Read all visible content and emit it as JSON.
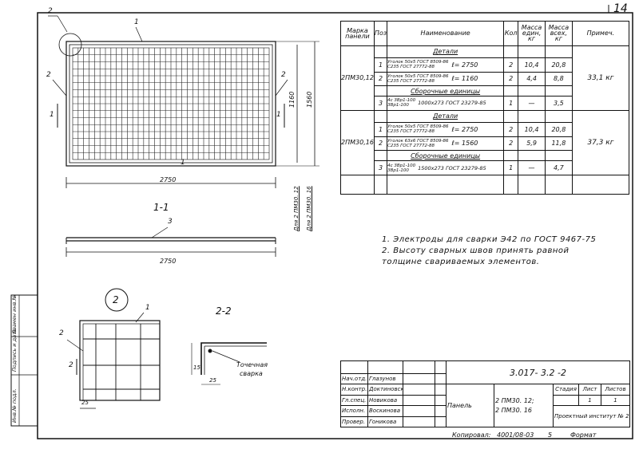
{
  "sheet": {
    "number": "14"
  },
  "spec_table": {
    "headers": {
      "mark": "Марка панели",
      "pos": "Поз",
      "name": "Наименование",
      "qty": "Кол",
      "mass_unit": "Масса един, кг",
      "mass_total": "Масса всех, кг",
      "note": "Примеч."
    },
    "groups": [
      {
        "mark": "2ПМ30,12",
        "total_note": "33,1 кг",
        "sections": [
          {
            "title": "Детали",
            "rows": [
              {
                "pos": "1",
                "name_top": "Уголок 50х5 ГОСТ 8509-86",
                "name_bottom": "С235 ГОСТ 27772-88",
                "length": "ℓ= 2750",
                "qty": "2",
                "mass_unit": "10,4",
                "mass_total": "20,8"
              },
              {
                "pos": "2",
                "name_top": "Уголок 50х5 ГОСТ 8509-86",
                "name_bottom": "С235 ГОСТ 27772-88",
                "length": "ℓ= 1160",
                "qty": "2",
                "mass_unit": "4,4",
                "mass_total": "8,8"
              }
            ]
          },
          {
            "title": "Сборочные единицы",
            "rows": [
              {
                "pos": "3",
                "name_top": "4с 3Вр1-100",
                "name_mid": "1000х273 ГОСТ 23279-85",
                "name_bottom": "3Вр1-100",
                "qty": "1",
                "mass_unit": "—",
                "mass_total": "3,5"
              }
            ]
          }
        ]
      },
      {
        "mark": "2ПМ30,16",
        "total_note": "37,3 кг",
        "sections": [
          {
            "title": "Детали",
            "rows": [
              {
                "pos": "1",
                "name_top": "Уголок 50х5 ГОСТ 8509-86",
                "name_bottom": "С235 ГОСТ 27772-88",
                "length": "ℓ= 2750",
                "qty": "2",
                "mass_unit": "10,4",
                "mass_total": "20,8"
              },
              {
                "pos": "2",
                "name_top": "Уголок 63х6 ГОСТ 8509-86",
                "name_bottom": "С235 ГОСТ 27772-88",
                "length": "ℓ= 1560",
                "qty": "2",
                "mass_unit": "5,9",
                "mass_total": "11,8"
              }
            ]
          },
          {
            "title": "Сборочные единицы",
            "rows": [
              {
                "pos": "3",
                "name_top": "4с 3Вр1-100",
                "name_mid": "1500х273 ГОСТ 23279-85",
                "name_bottom": "3Вр1-100",
                "qty": "1",
                "mass_unit": "—",
                "mass_total": "4,7"
              }
            ]
          }
        ]
      }
    ]
  },
  "notes": [
    "1. Электроды для сварки Э42 по ГОСТ 9467-75",
    "2. Высоту сварных швов принять равной",
    "толщине свариваемых элементов."
  ],
  "drawing": {
    "plan": {
      "width_dim": "2750",
      "height_dim_a": "1160",
      "height_dim_b": "1560",
      "callout_1": "1",
      "callout_2": "2",
      "leader_2_top": "2",
      "variant_a": "Для 2 ПМ30. 12",
      "variant_b": "Для 2 ПМ30. 16",
      "section_mark": "1"
    },
    "section11": {
      "title": "1-1",
      "pos": "3",
      "width_dim": "2750"
    },
    "detail2": {
      "label": "2",
      "pos1": "1",
      "pos2": "2",
      "section_mark": "2",
      "dim": "25"
    },
    "section22": {
      "title": "2-2",
      "weld_label_1": "Точечная",
      "weld_label_2": "сварка",
      "dim_h": "15",
      "dim_w": "25"
    }
  },
  "title_block": {
    "doc_code": "3.017- 3.2 -2",
    "roles": [
      "Нач.отд.",
      "Н.контр.",
      "Гл.спец.",
      "Исполн.",
      "Провер."
    ],
    "names": [
      "Глазунов",
      "Доктиновский",
      "Новикова",
      "Воскинова",
      "Гоникова"
    ],
    "item_label": "Панель",
    "item_value_1": "2 ПМ30. 12;",
    "item_value_2": "2 ПМ30. 16",
    "stage_h": "Стадия",
    "sheet_h": "Лист",
    "sheets_h": "Листов",
    "sheet_v": "1",
    "org": "Проектный институт № 2"
  },
  "side_stamp": [
    "Инв.№ подл.",
    "Подпись и дата",
    "Взамен инв.№"
  ],
  "footer": {
    "copied_label": "Копировал:",
    "copied_value": "4001/08-03",
    "sheet_no": "5",
    "format": "Формат"
  }
}
